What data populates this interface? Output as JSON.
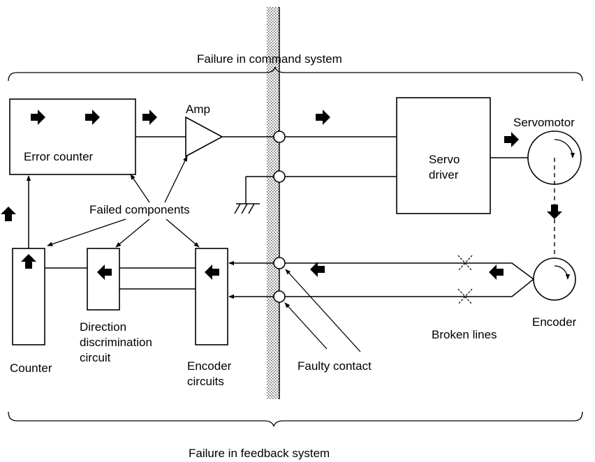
{
  "labels": {
    "command_system": "Failure in command system",
    "feedback_system": "Failure in feedback system",
    "amp": "Amp",
    "error_counter": "Error counter",
    "servo_driver_line1": "Servo",
    "servo_driver_line2": "driver",
    "servomotor": "Servomotor",
    "failed_components": "Failed components",
    "counter": "Counter",
    "direction_line1": "Direction",
    "direction_line2": "discrimination",
    "direction_line3": "circuit",
    "encoder_circuits_line1": "Encoder",
    "encoder_circuits_line2": "circuits",
    "faulty_contact": "Faulty contact",
    "broken_lines": "Broken lines",
    "encoder": "Encoder"
  }
}
